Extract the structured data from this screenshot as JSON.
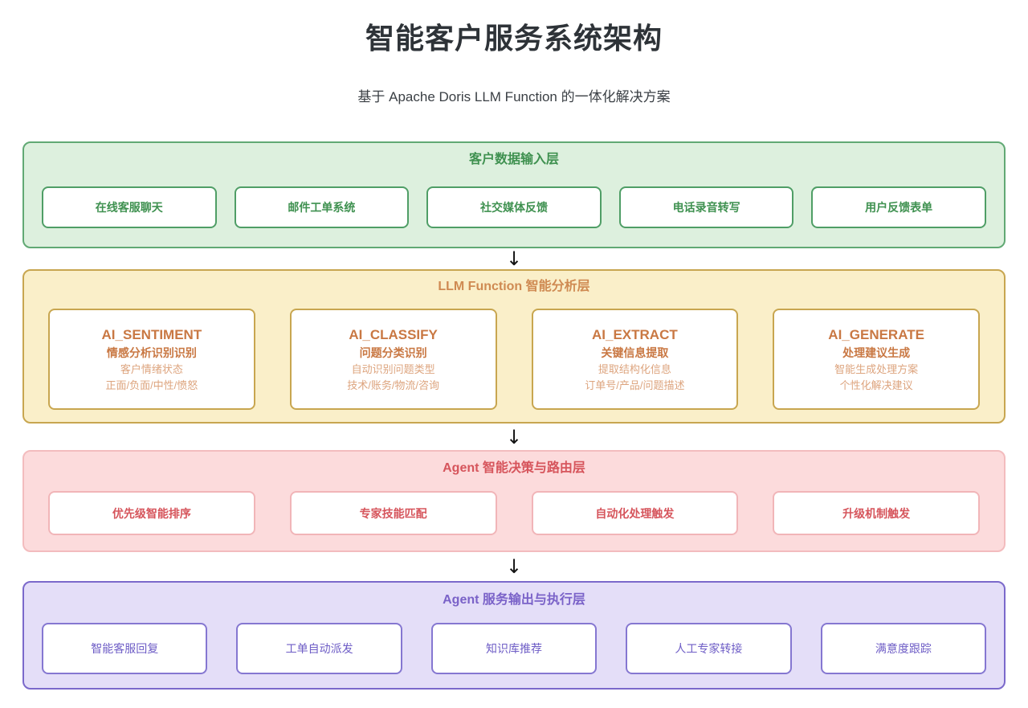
{
  "page": {
    "title": "智能客户服务系统架构",
    "subtitle": "基于 Apache Doris LLM Function 的一体化解决方案"
  },
  "icons": {
    "down_arrow": "↓"
  },
  "colors": {
    "input_layer": {
      "bg": "#ddf0de",
      "border": "#61a974",
      "text": "#3f9150"
    },
    "llm_layer": {
      "bg": "#faefc9",
      "border": "#c8a650",
      "title": "#cf8a52",
      "heading": "#c97843",
      "desc": "#dda47e"
    },
    "routing_layer": {
      "bg": "#fcdbdc",
      "border": "#f3bcbe",
      "text": "#d6555c"
    },
    "output_layer": {
      "bg": "#e4def8",
      "border": "#7b69cb",
      "text": "#6e5dc6"
    }
  },
  "layers": [
    {
      "title": "客户数据输入层",
      "items": [
        "在线客服聊天",
        "邮件工单系统",
        "社交媒体反馈",
        "电话录音转写",
        "用户反馈表单"
      ]
    },
    {
      "title": "LLM Function 智能分析层",
      "cards": [
        {
          "name": "AI_SENTIMENT",
          "subtitle": "情感分析识别识别",
          "lines": [
            "客户情绪状态",
            "正面/负面/中性/愤怒"
          ]
        },
        {
          "name": "AI_CLASSIFY",
          "subtitle": "问题分类识别",
          "lines": [
            "自动识别问题类型",
            "技术/账务/物流/咨询"
          ]
        },
        {
          "name": "AI_EXTRACT",
          "subtitle": "关键信息提取",
          "lines": [
            "提取结构化信息",
            "订单号/产品/问题描述"
          ]
        },
        {
          "name": "AI_GENERATE",
          "subtitle": "处理建议生成",
          "lines": [
            "智能生成处理方案",
            "个性化解决建议"
          ]
        }
      ]
    },
    {
      "title": "Agent 智能决策与路由层",
      "items": [
        "优先级智能排序",
        "专家技能匹配",
        "自动化处理触发",
        "升级机制触发"
      ]
    },
    {
      "title": "Agent 服务输出与执行层",
      "items": [
        "智能客服回复",
        "工单自动派发",
        "知识库推荐",
        "人工专家转接",
        "满意度跟踪"
      ]
    }
  ]
}
